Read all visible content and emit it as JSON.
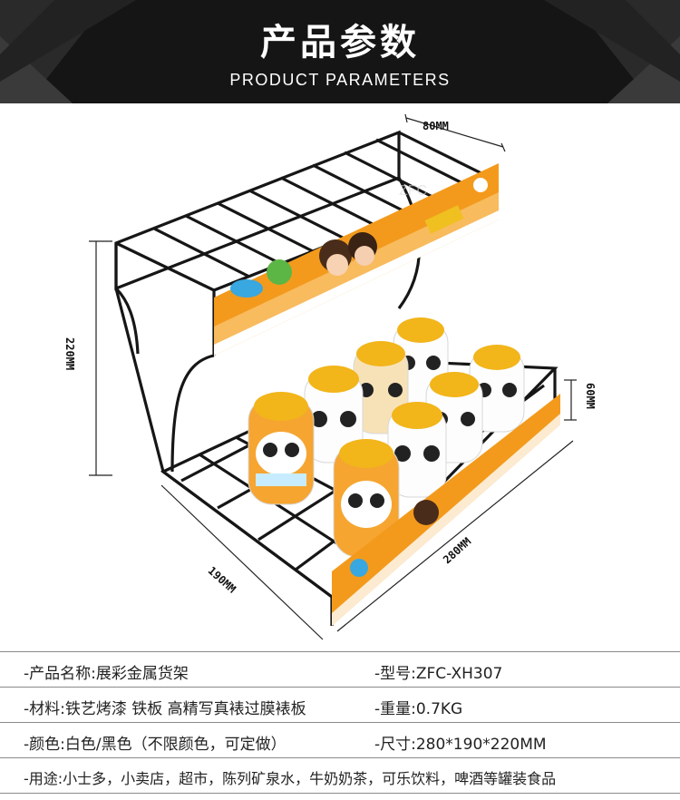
{
  "header": {
    "title": "产品参数",
    "subtitle": "PRODUCT PARAMETERS"
  },
  "product": {
    "image_name": "metal display rack with panda yogurt bottles",
    "dimensions": {
      "top_width": "80MM",
      "height": "220MM",
      "front_height": "60MM",
      "depth": "190MM",
      "length": "280MM"
    },
    "colors": {
      "rack": "#161616",
      "banner_orange": "#f39a1c",
      "bottle_cap": "#f2b51a"
    }
  },
  "params": {
    "rows": [
      {
        "left": "-产品名称:展彩金属货架",
        "right": "-型号:ZFC-XH307"
      },
      {
        "left": "-材料:铁艺烤漆 铁板 高精写真裱过膜裱板",
        "right": "-重量:0.7KG"
      },
      {
        "left": "-颜色:白色/黑色（不限颜色，可定做）",
        "right": "-尺寸:280*190*220MM"
      },
      {
        "left": "-用途:小士多，小卖店，超市，陈列矿泉水，牛奶奶茶，可乐饮料，啤酒等罐装食品",
        "right": ""
      }
    ]
  }
}
